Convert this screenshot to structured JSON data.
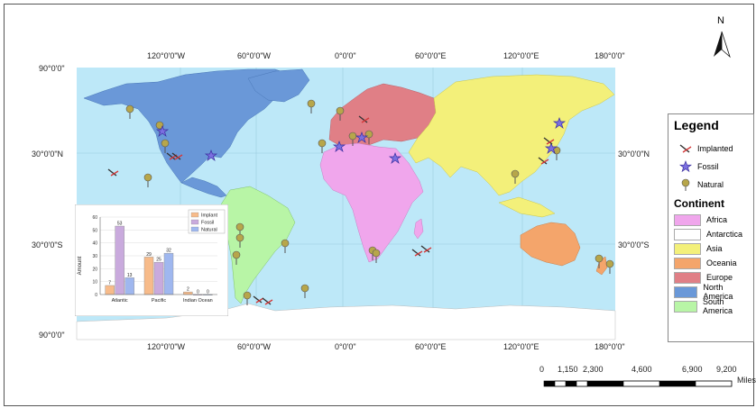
{
  "north_label": "N",
  "lat_labels": {
    "n90": "90°0'0\"",
    "n30": "30°0'0\"N",
    "s30": "30°0'0\"S",
    "s90": "90°0'0\"",
    "right_n30": "30°0'0\"N",
    "right_s30": "30°0'0\"S"
  },
  "lon_top": [
    "120°0'0\"W",
    "60°0'0\"W",
    "0°0'0\"",
    "60°0'0\"E",
    "120°0'0\"E",
    "180°0'0\""
  ],
  "lon_bottom": [
    "120°0'0\"W",
    "60°0'0\"W",
    "0°0'0\"",
    "60°0'0\"E",
    "120°0'0\"E",
    "180°0'0\""
  ],
  "legend": {
    "title": "Legend",
    "symbols": [
      "Implanted",
      "Fossil",
      "Natural"
    ],
    "continent_title": "Continent",
    "continents": [
      {
        "name": "Africa",
        "color": "#f0a6ec"
      },
      {
        "name": "Antarctica",
        "color": "#ffffff"
      },
      {
        "name": "Asia",
        "color": "#f3f07a"
      },
      {
        "name": "Oceania",
        "color": "#f4a56b"
      },
      {
        "name": "Europe",
        "color": "#e07f86"
      },
      {
        "name": "North America",
        "color": "#6a98d8"
      },
      {
        "name": "South America",
        "color": "#b8f5a6"
      }
    ]
  },
  "scale": {
    "ticks": [
      "0",
      "1,150",
      "2,300",
      "4,600",
      "6,900",
      "9,200"
    ],
    "unit": "Miles"
  },
  "chart_data": {
    "type": "bar",
    "categories": [
      "Atlantic",
      "Pacific",
      "Indian Ocean"
    ],
    "series": [
      {
        "name": "Implant",
        "values": [
          7,
          29,
          2
        ],
        "color": "#f7bb8a"
      },
      {
        "name": "Fossil",
        "values": [
          53,
          25,
          0
        ],
        "color": "#c9aadd"
      },
      {
        "name": "Natural",
        "values": [
          13,
          32,
          0
        ],
        "color": "#9fb7ef"
      }
    ],
    "ylabel": "Amount",
    "ylim": [
      0,
      60
    ],
    "yticks": [
      0,
      10,
      20,
      30,
      40,
      50,
      60
    ],
    "legend_position": "top-right"
  }
}
